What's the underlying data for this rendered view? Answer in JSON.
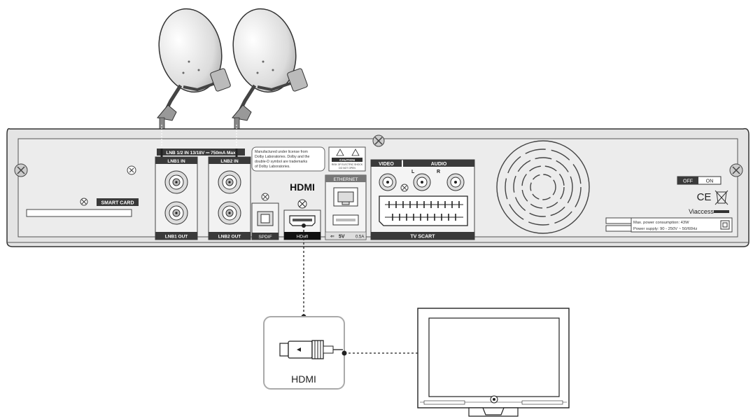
{
  "lnb_power_label": "LNB 1/2 IN 13/18V ⎓ 750mA Max",
  "lnb1": {
    "in": "LNB1 IN",
    "out": "LNB1 OUT"
  },
  "lnb2": {
    "in": "LNB2 IN",
    "out": "LNB2 OUT"
  },
  "smart_card": "SMART CARD",
  "dolby_notice": [
    "Manufactured under license from",
    "Dolby Laboratories. Dolby and the",
    "double-D symbol are trademarks",
    "of Dolby Laboratories."
  ],
  "caution": {
    "title": "CAUTION",
    "line1": "RISK OF ELECTRIC SHOCK",
    "line2": "DO NOT OPEN"
  },
  "spdif": "SPDIF",
  "hdmi_logo": "HDMI",
  "hdmi_port": "HDMI",
  "ethernet": "ETHERNET",
  "usb": {
    "voltage": "5V",
    "current": "0.5A"
  },
  "video": "VIDEO",
  "audio": {
    "title": "AUDIO",
    "left": "L",
    "right": "R"
  },
  "tv_scart": "TV SCART",
  "power_switch": {
    "off": "OFF",
    "on": "ON"
  },
  "ce_mark": "CE",
  "viaccess": "Viaccess",
  "power_info": {
    "consumption": "Max. power consumption: 43W",
    "supply": "Power supply: 90 - 250V ~ 50/60Hz"
  },
  "cable_label": "HDMI",
  "colors": {
    "panel": "#d9d9d9",
    "label_bg": "#3a3a3a",
    "outline": "#333333"
  }
}
